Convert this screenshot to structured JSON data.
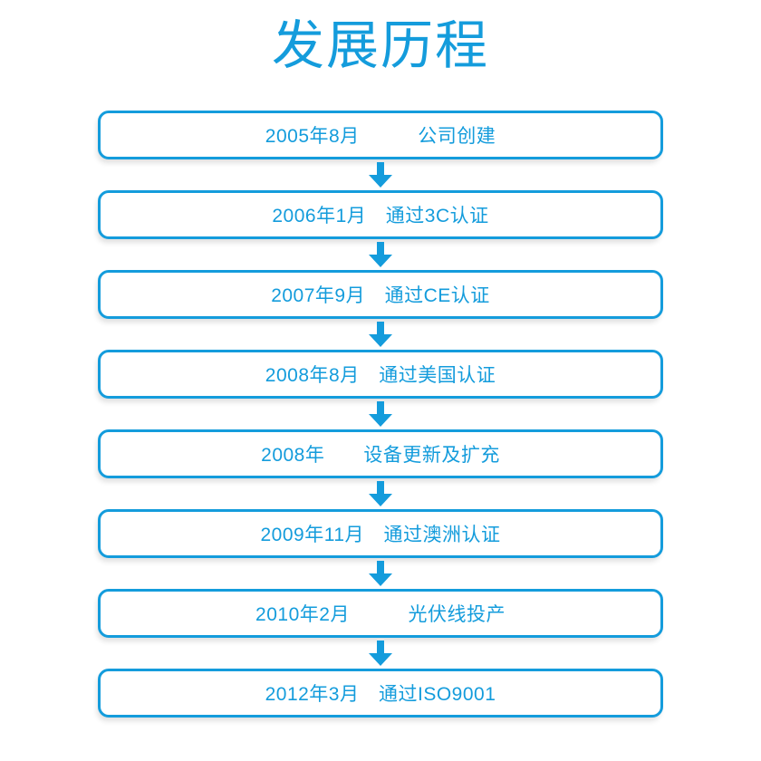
{
  "colors": {
    "accent": "#149CDC",
    "background": "#FFFFFF"
  },
  "header": {
    "title": "发展历程"
  },
  "icons": {
    "connector": "arrow-down"
  },
  "timeline": {
    "items": [
      {
        "date": "2005年8月",
        "label": "公司创建",
        "text": "2005年8月　　　公司创建"
      },
      {
        "date": "2006年1月",
        "label": "通过3C认证",
        "text": "2006年1月　通过3C认证"
      },
      {
        "date": "2007年9月",
        "label": "通过CE认证",
        "text": "2007年9月　通过CE认证"
      },
      {
        "date": "2008年8月",
        "label": "通过美国认证",
        "text": "2008年8月　通过美国认证"
      },
      {
        "date": "2008年",
        "label": "设备更新及扩充",
        "text": "2008年　　设备更新及扩充"
      },
      {
        "date": "2009年11月",
        "label": "通过澳洲认证",
        "text": "2009年11月　通过澳洲认证"
      },
      {
        "date": "2010年2月",
        "label": "光伏线投产",
        "text": "2010年2月　　　光伏线投产"
      },
      {
        "date": "2012年3月",
        "label": "通过ISO9001",
        "text": "2012年3月　通过ISO9001"
      }
    ]
  }
}
